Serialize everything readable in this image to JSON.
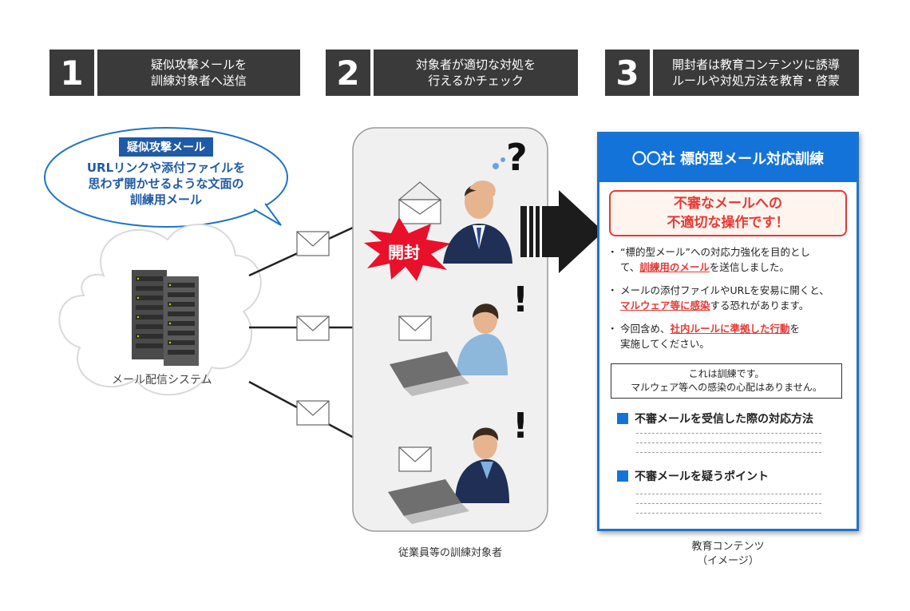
{
  "steps": [
    {
      "num": "1",
      "line1": "疑似攻撃メールを",
      "line2": "訓練対象者へ送信"
    },
    {
      "num": "2",
      "line1": "対象者が適切な対処を",
      "line2": "行えるかチェック"
    },
    {
      "num": "3",
      "line1": "開封者は教育コンテンツに誘導",
      "line2": "ルールや対処方法を教育・啓蒙"
    }
  ],
  "bubble": {
    "tag": "疑似攻撃メール",
    "line1": "URLリンクや添付ファイルを",
    "line2": "思わず開かせるような文面の",
    "line3": "訓練用メール"
  },
  "server_label": "メール配信システム",
  "burst_label": "開封",
  "question_mark": "?",
  "exclaim_mark": "!",
  "employees_caption": "従業員等の訓練対象者",
  "card": {
    "title": "〇〇社 標的型メール対応訓練",
    "warning_line1": "不審なメールへの",
    "warning_line2": "不適切な操作です！",
    "bullet1_a": "“標的型メール”への対応力強化を目的とし",
    "bullet1_b": "て、",
    "bullet1_red": "訓練用のメール",
    "bullet1_c": "を送信しました。",
    "bullet2_a": "メールの添付ファイルやURLを安易に開くと、",
    "bullet2_red": "マルウェア等に感染",
    "bullet2_b": "する恐れがあります。",
    "bullet3_a": "今回含め、",
    "bullet3_red": "社内ルールに準拠した行動",
    "bullet3_b": "を",
    "bullet3_c": "実施してください。",
    "notice_line1": "これは訓練です。",
    "notice_line2": "マルウェア等への感染の心配はありません。",
    "section1": "不審メールを受信した際の対応方法",
    "section2": "不審メールを疑うポイント"
  },
  "content_caption_line1": "教育コンテンツ",
  "content_caption_line2": "（イメージ）",
  "colors": {
    "dark": "#3a3a3a",
    "blue": "#1f5aa6",
    "accent_blue": "#1473d8",
    "red": "#e53935"
  }
}
